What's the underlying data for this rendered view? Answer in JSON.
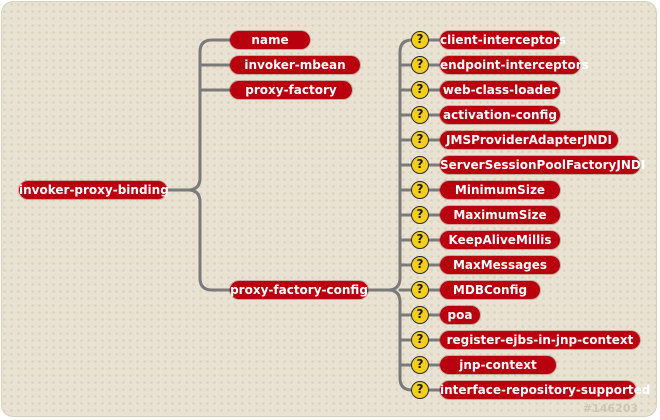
{
  "root": {
    "label": "invoker-proxy-binding"
  },
  "level1": [
    {
      "label": "name"
    },
    {
      "label": "invoker-mbean"
    },
    {
      "label": "proxy-factory"
    },
    {
      "label": "proxy-factory-config"
    }
  ],
  "optional_marker": "?",
  "children": [
    {
      "label": "client-interceptors"
    },
    {
      "label": "endpoint-interceptors"
    },
    {
      "label": "web-class-loader"
    },
    {
      "label": "activation-config"
    },
    {
      "label": "JMSProviderAdapterJNDI"
    },
    {
      "label": "ServerSessionPoolFactoryJNDI"
    },
    {
      "label": "MinimumSize"
    },
    {
      "label": "MaximumSize"
    },
    {
      "label": "KeepAliveMillis"
    },
    {
      "label": "MaxMessages"
    },
    {
      "label": "MDBConfig"
    },
    {
      "label": "poa"
    },
    {
      "label": "register-ejbs-in-jnp-context"
    },
    {
      "label": "jnp-context"
    },
    {
      "label": "interface-repository-supported"
    }
  ],
  "watermark": "#146203",
  "colors": {
    "node": "#b8000f",
    "connector": "#7a7a7a",
    "optional": "#f3cf1c",
    "background": "#e9e2d2"
  }
}
